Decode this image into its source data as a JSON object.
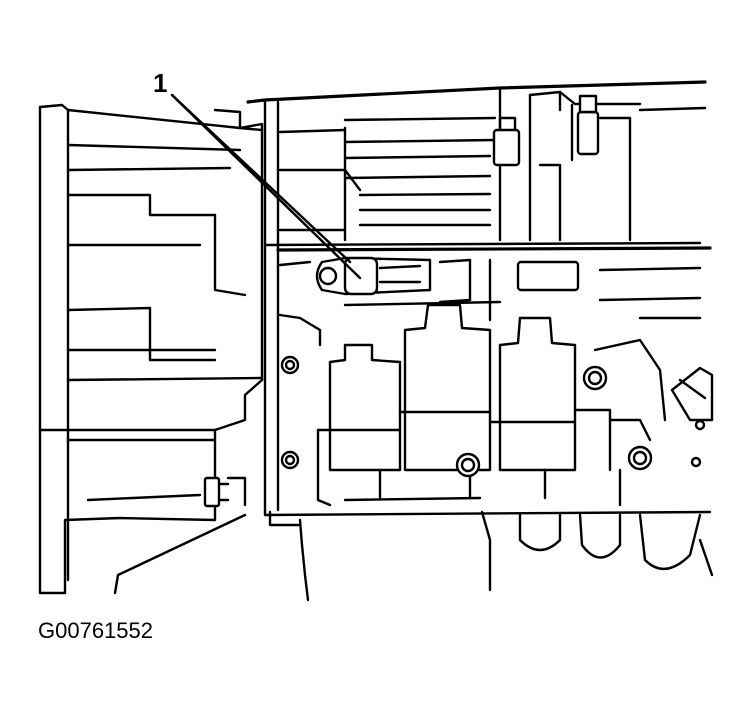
{
  "figure": {
    "callout_label": "1",
    "figure_id": "G00761552"
  },
  "icons": {
    "illustration": "transmission-assembly-line-drawing",
    "leader": "callout-leader-line"
  }
}
